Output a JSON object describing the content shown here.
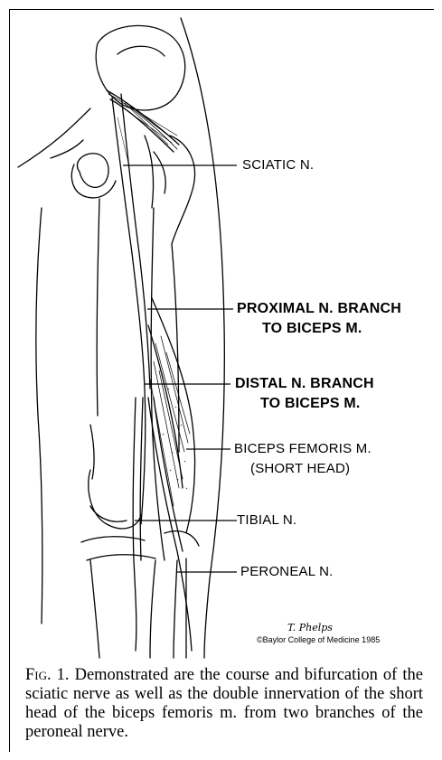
{
  "labels": {
    "sciatic": "SCIATIC N.",
    "proximal_line1": "PROXIMAL N. BRANCH",
    "proximal_line2": "TO BICEPS M.",
    "distal_line1": "DISTAL N. BRANCH",
    "distal_line2": "TO BICEPS M.",
    "biceps_line1": "BICEPS FEMORIS M.",
    "biceps_line2": "(SHORT HEAD)",
    "tibial": "TIBIAL N.",
    "peroneal": "PERONEAL N."
  },
  "credit": {
    "signature": "T. Phelps",
    "text": "©Baylor College of Medicine 1985"
  },
  "caption": {
    "fig_label": "Fig. 1.",
    "text": "Demonstrated are the course and bifurcation of the sciatic nerve as well as the double innervation of the short head of the biceps femoris m. from two branches of the peroneal nerve."
  }
}
